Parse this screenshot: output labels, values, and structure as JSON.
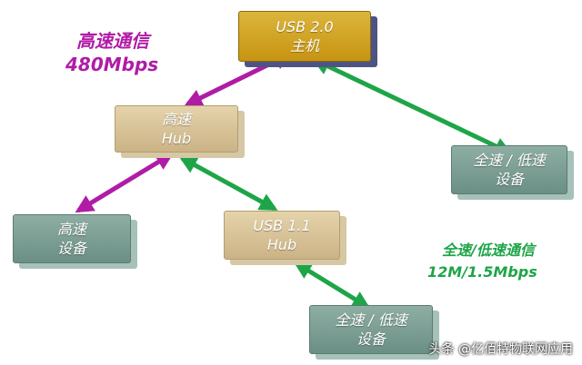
{
  "nodes": {
    "host": {
      "line1": "USB 2.0",
      "line2": "主机"
    },
    "hub_hs": {
      "line1": "高速",
      "line2": "Hub"
    },
    "hub_usb11": {
      "line1": "USB 1.1",
      "line2": "Hub"
    },
    "dev_hs": {
      "line1": "高速",
      "line2": "设备"
    },
    "dev_fs_right": {
      "line1": "全速 / 低速",
      "line2": "设备"
    },
    "dev_fs_bottom": {
      "line1": "全速 / 低速",
      "line2": "设备"
    }
  },
  "labels": {
    "high_speed": {
      "line1": "高速通信",
      "line2": "480Mbps"
    },
    "full_speed": {
      "line1": "全速/低速通信",
      "line2": "12M/1.5Mbps"
    }
  },
  "watermark": "头条 @亿佰特物联网应用",
  "colors": {
    "high_speed_link": "#b01ca6",
    "full_speed_link": "#1ea548"
  }
}
